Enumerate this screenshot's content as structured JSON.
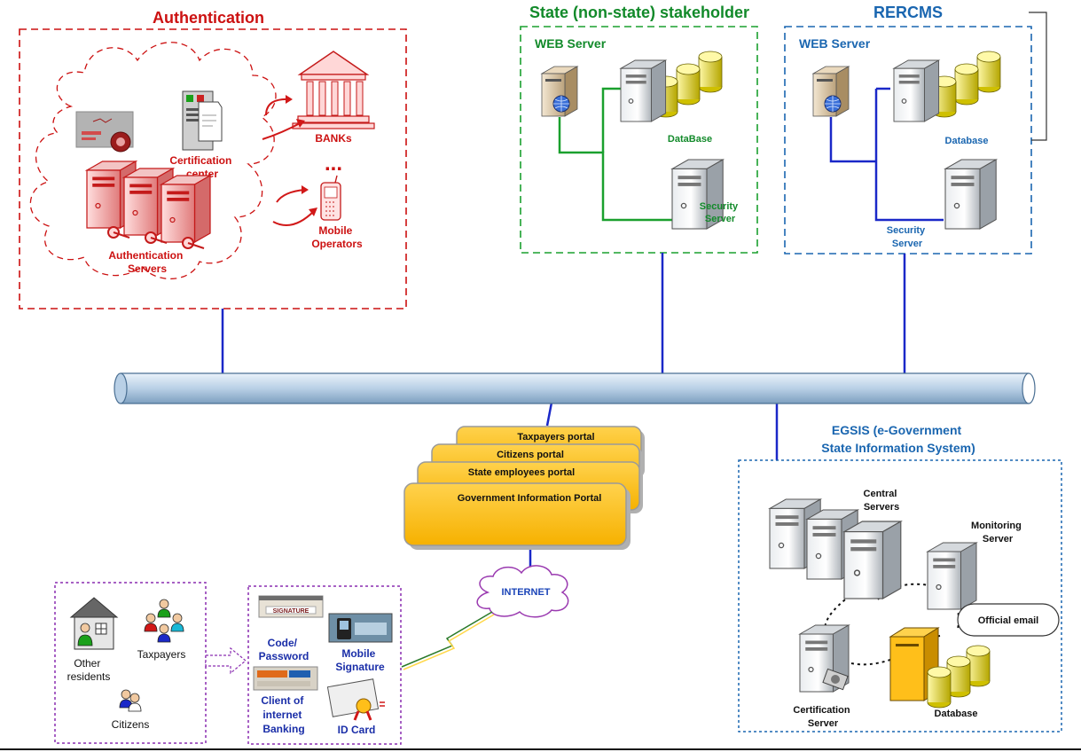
{
  "authentication": {
    "title": "Authentication",
    "certification_center": [
      "Certification",
      "center"
    ],
    "banks": "BANKs",
    "ellipsis": "...",
    "mobile_operators": [
      "Mobile",
      "Operators"
    ],
    "authentication_servers": [
      "Authentication",
      "Servers"
    ]
  },
  "stakeholder": {
    "title": "State (non-state) stakeholder",
    "web_server": "WEB Server",
    "database": "DataBase",
    "security_server": [
      "Security",
      "Server"
    ]
  },
  "rercms": {
    "title": "RERCMS",
    "web_server": "WEB Server",
    "database": "Database",
    "security_server": [
      "Security",
      "Server"
    ]
  },
  "portals": {
    "items": [
      "Taxpayers portal",
      "Citizens portal",
      "State employees portal",
      "Government Information Portal"
    ]
  },
  "internet": "INTERNET",
  "egsis": {
    "title": [
      "EGSIS (e-Government",
      "State Information System)"
    ],
    "central_servers": [
      "Central",
      "Servers"
    ],
    "monitoring_server": [
      "Monitoring",
      "Server"
    ],
    "official_email": "Official email",
    "certification_server": [
      "Certification",
      "Server"
    ],
    "database": "Database"
  },
  "users": {
    "other_residents": [
      "Other",
      "residents"
    ],
    "taxpayers": "Taxpayers",
    "citizens": "Citizens"
  },
  "auth_methods": {
    "code_password": [
      "Code/",
      "Password"
    ],
    "mobile_signature": [
      "Mobile",
      "Signature"
    ],
    "internet_banking": [
      "Client of",
      "internet",
      "Banking"
    ],
    "id_card": "ID Card",
    "card_text": "SIGNATURE"
  },
  "colors": {
    "auth_red": "#cc1111",
    "stakeholder_green": "#128a2a",
    "rercms_blue": "#1a66b0",
    "portal_orange": "#ffc21a",
    "bus_blue": "#b9d0e6"
  }
}
